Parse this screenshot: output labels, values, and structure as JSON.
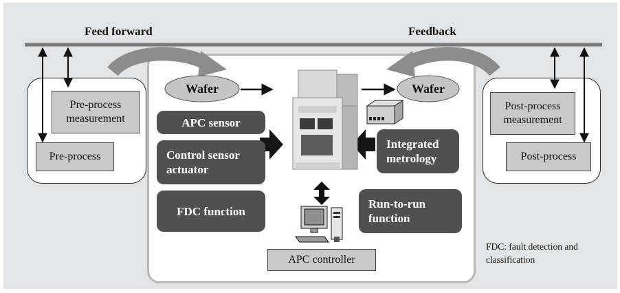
{
  "headers": {
    "feed_forward": "Feed forward",
    "feedback": "Feedback"
  },
  "left_panel": {
    "pre_process_measurement": "Pre-process measurement",
    "pre_process": "Pre-process"
  },
  "right_panel": {
    "post_process_measurement": "Post-process measurement",
    "post_process": "Post-process"
  },
  "center": {
    "wafer_in": "Wafer",
    "wafer_out": "Wafer",
    "apc_sensor": "APC sensor",
    "control_sensor_actuator": "Control sensor actuator",
    "fdc_function": "FDC function",
    "integrated_metrology": "Integrated metrology",
    "run_to_run_function": "Run-to-run function",
    "apc_controller": "APC controller"
  },
  "note": "FDC: fault detection and classification",
  "icons": [
    "equipment-tool-icon",
    "metrology-device-icon",
    "computer-icon"
  ],
  "colors": {
    "background": "#e3e4e5",
    "dark_box": "#505050",
    "gray_box": "#c9c9c9",
    "curved_arrow": "#8c8c8c",
    "bus_line": "#7a7a7a"
  }
}
